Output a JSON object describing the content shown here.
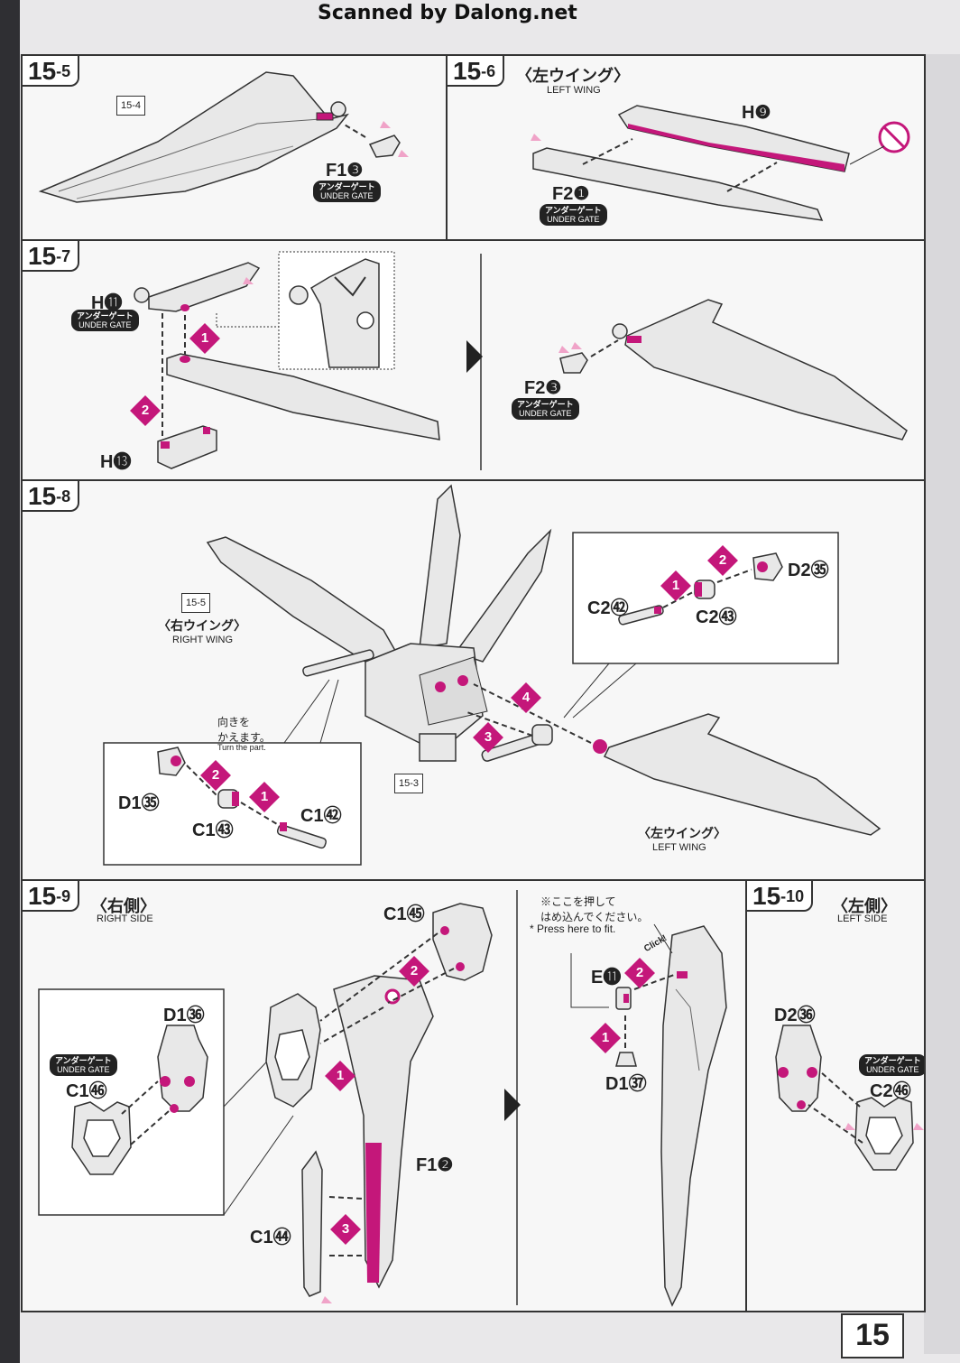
{
  "header": {
    "scanned_by": "Scanned by Dalong.net"
  },
  "steps": {
    "s15_5": {
      "num": "15",
      "sub": "-5",
      "ref": "15",
      "ref_sub": "-4",
      "part": "F1❸",
      "gate_jp": "アンダーゲート",
      "gate_en": "UNDER GATE"
    },
    "s15_6": {
      "num": "15",
      "sub": "-6",
      "title_jp": "〈左ウイング〉",
      "title_en": "LEFT WING",
      "part_h": "H❾",
      "part_f": "F2❶",
      "gate_jp": "アンダーゲート",
      "gate_en": "UNDER GATE"
    },
    "s15_7": {
      "num": "15",
      "sub": "-7",
      "part_h11": "H⓫",
      "part_h13": "H⓭",
      "part_f2": "F2❸",
      "gate_jp": "アンダーゲート",
      "gate_en": "UNDER GATE",
      "badge1": "1",
      "badge2": "2"
    },
    "s15_8": {
      "num": "15",
      "sub": "-8",
      "ref5": "15",
      "ref5_sub": "-5",
      "ref3": "15",
      "ref3_sub": "-3",
      "right_wing_jp": "〈右ウイング〉",
      "right_wing_en": "RIGHT WING",
      "left_wing_jp": "〈左ウイング〉",
      "left_wing_en": "LEFT WING",
      "turn_jp1": "向きを",
      "turn_jp2": "かえます。",
      "turn_en": "Turn the part.",
      "d1": "D1㉟",
      "c1a": "C1㊸",
      "c1b": "C1㊷",
      "d2": "D2㉟",
      "c2a": "C2㊷",
      "c2b": "C2㊸",
      "badge1": "1",
      "badge2": "2",
      "badge3": "3",
      "badge4": "4"
    },
    "s15_9": {
      "num": "15",
      "sub": "-9",
      "title_jp": "〈右側〉",
      "title_en": "RIGHT SIDE",
      "c145": "C1㊺",
      "d136": "D1㊱",
      "c146": "C1㊻",
      "f12": "F1❷",
      "c144": "C1㊹",
      "e11": "E⓫",
      "d137": "D1㊲",
      "gate_jp": "アンダーゲート",
      "gate_en": "UNDER GATE",
      "note_jp1": "※ここを押して",
      "note_jp2": "はめ込んでください。",
      "note_en": "* Press here to fit.",
      "click": "Click!",
      "badge1": "1",
      "badge2": "2",
      "badge3": "3"
    },
    "s15_10": {
      "num": "15",
      "sub": "-10",
      "title_jp": "〈左側〉",
      "title_en": "LEFT SIDE",
      "d236": "D2㊱",
      "c246": "C2㊻",
      "gate_jp": "アンダーゲート",
      "gate_en": "UNDER GATE"
    }
  },
  "page_number": "15",
  "colors": {
    "accent": "#c4177a",
    "line": "#333333",
    "part": "#e6e6e6"
  }
}
